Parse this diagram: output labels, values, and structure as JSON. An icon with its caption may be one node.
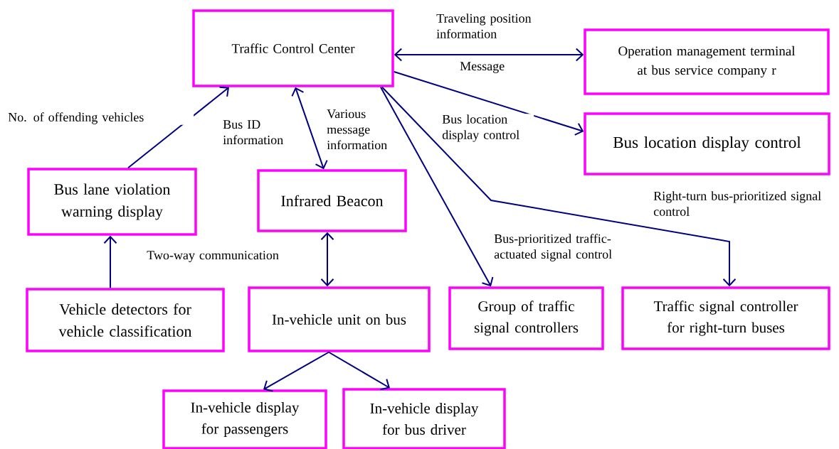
{
  "diagram": {
    "nodes": [
      {
        "text": [
          "Traffic Control Center"
        ]
      },
      {
        "text": [
          "Operation management terminal at bus service company r"
        ]
      },
      {
        "text": [
          "Bus location display control"
        ]
      },
      {
        "text": [
          "Bus lane violation warning display"
        ]
      },
      {
        "text": [
          "Infrared Beacon"
        ]
      },
      {
        "text": [
          "Vehicle detectors for vehicle classification"
        ]
      },
      {
        "text": [
          "In-vehicle unit on bus"
        ]
      },
      {
        "text": [
          "Group of traffic signal controllers"
        ]
      },
      {
        "text": [
          "Traffic signal controller for right-turn buses"
        ]
      },
      {
        "text": [
          "In-vehicle display for passengers"
        ]
      },
      {
        "text": [
          "In-vehicle display for bus driver"
        ]
      }
    ],
    "edges": [
      {
        "from": 0,
        "to": 1,
        "arrow": "both",
        "label": "Traveling position information"
      },
      {
        "from": 0,
        "to": 2,
        "arrow": "to",
        "label": "Bus location display control"
      },
      {
        "from": 3,
        "to": 0,
        "arrow": "to",
        "label": "No. of offending vehicles"
      },
      {
        "from": 0,
        "to": 4,
        "arrow": "both",
        "label": "Bus ID information"
      },
      {
        "from": 5,
        "to": 3,
        "arrow": "to"
      },
      {
        "from": 4,
        "to": 6,
        "arrow": "both",
        "label": "Two-way communication"
      },
      {
        "from": 0,
        "to": 7,
        "arrow": "to",
        "label": "Bus-prioritized traffic-actuated signal control"
      },
      {
        "from": 0,
        "to": 8,
        "arrow": "to",
        "label": "Right-turn bus-prioritized signal control"
      },
      {
        "from": 6,
        "to": 9,
        "arrow": "to"
      },
      {
        "from": 6,
        "to": 10,
        "arrow": "to"
      }
    ],
    "labels": [
      "Message",
      "Various message information"
    ]
  }
}
